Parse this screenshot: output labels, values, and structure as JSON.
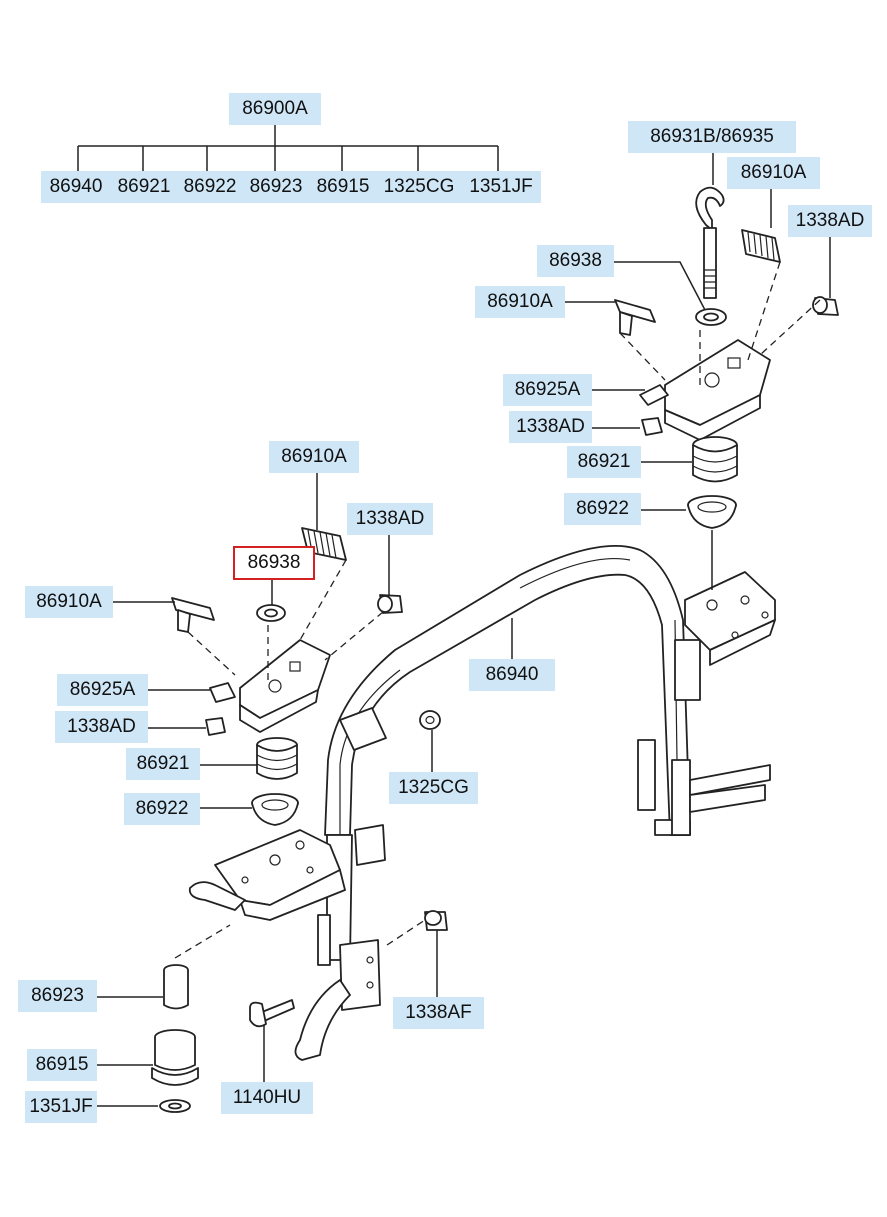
{
  "tree": {
    "root": "86900A",
    "children": [
      "86940",
      "86921",
      "86922",
      "86923",
      "86915",
      "1325CG",
      "1351JF"
    ]
  },
  "callouts": {
    "c_86931b": "86931B/86935",
    "c_86910a_r1": "86910A",
    "c_1338ad_r1": "1338AD",
    "c_86938_r": "86938",
    "c_86910a_r2": "86910A",
    "c_86925a_r": "86925A",
    "c_1338ad_r2": "1338AD",
    "c_86921_r": "86921",
    "c_86922_r": "86922",
    "c_86910a_l1": "86910A",
    "c_1338ad_l1": "1338AD",
    "c_86938_l": "86938",
    "c_86910a_l2": "86910A",
    "c_86940": "86940",
    "c_86925a_l": "86925A",
    "c_1338ad_l2": "1338AD",
    "c_86921_l": "86921",
    "c_1325cg": "1325CG",
    "c_86922_l": "86922",
    "c_86923": "86923",
    "c_1338af": "1338AF",
    "c_86915": "86915",
    "c_1140hu": "1140HU",
    "c_1351jf": "1351JF"
  },
  "selected_callout": "86938",
  "colors": {
    "label_bg": "#cfe6f7",
    "selected_outline": "#d32020",
    "line": "#222222"
  }
}
